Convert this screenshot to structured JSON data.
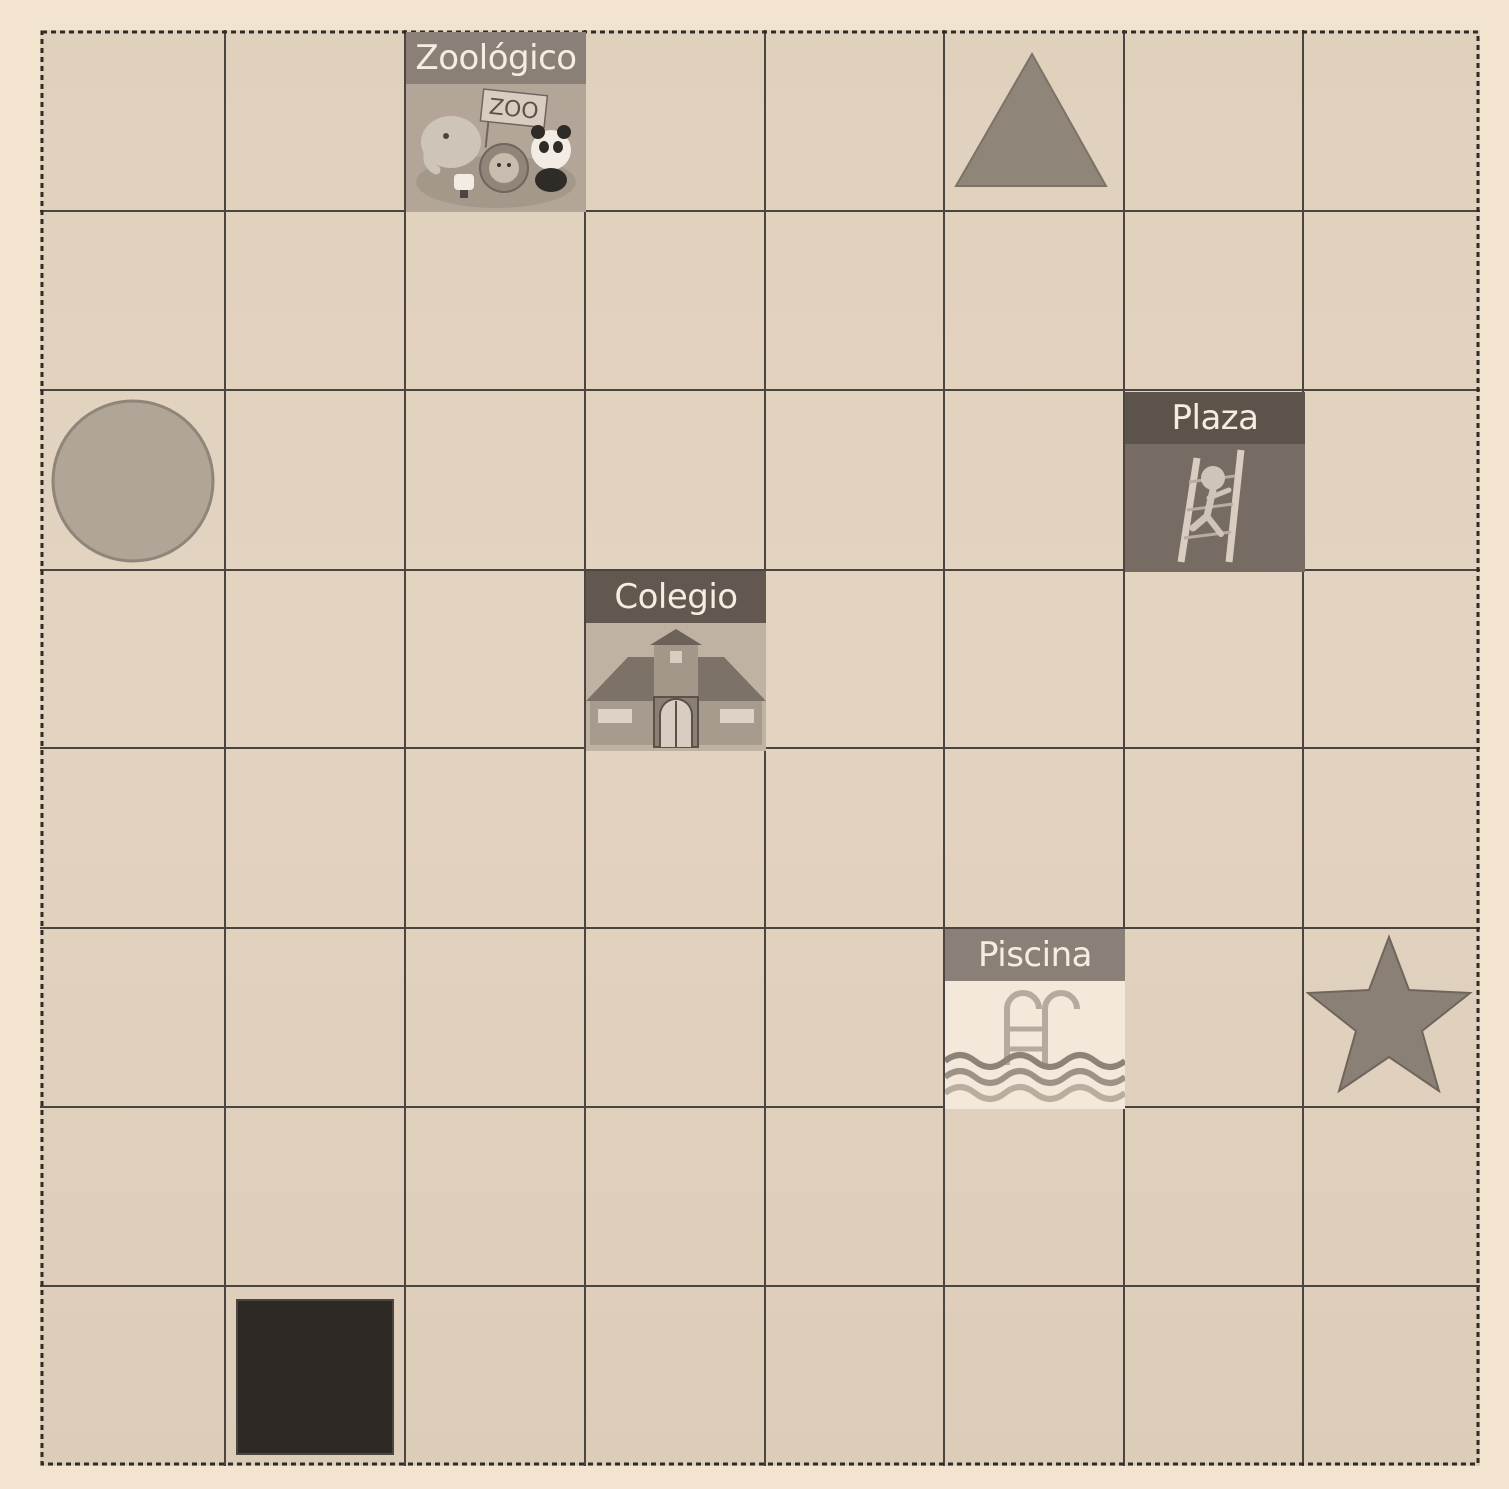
{
  "board": {
    "columns": 8,
    "rows": 8,
    "colors": {
      "background": "#f3e4cf",
      "grid_line": "#4a4540",
      "token_fill": "#8f8579",
      "token_stroke": "#7c7268",
      "black_square": "#2e2925",
      "label_band_dark": "#625850",
      "label_band_light": "#8b8077"
    }
  },
  "places": [
    {
      "id": "zoo",
      "label": "Zoológico",
      "sign": "ZOO",
      "col": 3,
      "row": 1
    },
    {
      "id": "plaza",
      "label": "Plaza",
      "col": 7,
      "row": 3
    },
    {
      "id": "colegio",
      "label": "Colegio",
      "col": 4,
      "row": 4
    },
    {
      "id": "piscina",
      "label": "Piscina",
      "col": 6,
      "row": 6
    }
  ],
  "tokens": [
    {
      "shape": "triangle",
      "col": 6,
      "row": 1
    },
    {
      "shape": "circle",
      "col": 1,
      "row": 3
    },
    {
      "shape": "star",
      "col": 8,
      "row": 6
    },
    {
      "shape": "square",
      "col": 2,
      "row": 8
    }
  ]
}
